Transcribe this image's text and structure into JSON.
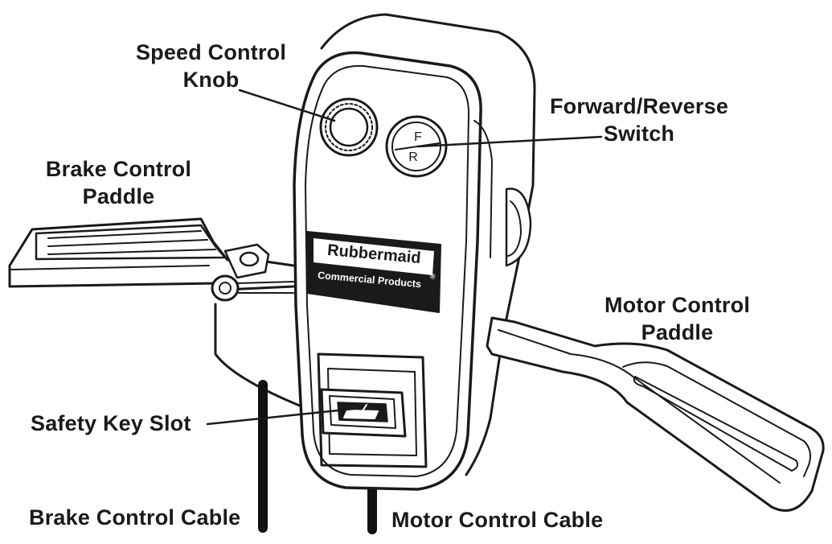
{
  "labels": {
    "speed_control_line1": "Speed Control",
    "speed_control_line2": "Knob",
    "forward_reverse_line1": "Forward/Reverse",
    "forward_reverse_line2": "Switch",
    "brake_paddle_line1": "Brake Control",
    "brake_paddle_line2": "Paddle",
    "motor_paddle_line1": "Motor Control",
    "motor_paddle_line2": "Paddle",
    "safety_key_slot": "Safety Key Slot",
    "brake_cable": "Brake Control Cable",
    "motor_cable": "Motor Control Cable"
  },
  "switch": {
    "forward": "F",
    "reverse": "R"
  },
  "logo": {
    "brand": "Rubbermaid",
    "division": "Commercial Products",
    "registered": "®"
  },
  "colors": {
    "ink": "#1a1a1a",
    "background": "#ffffff"
  },
  "icons": {
    "knob": "speed-control-knob-icon",
    "switch": "forward-reverse-switch-icon",
    "key": "safety-key-icon"
  }
}
